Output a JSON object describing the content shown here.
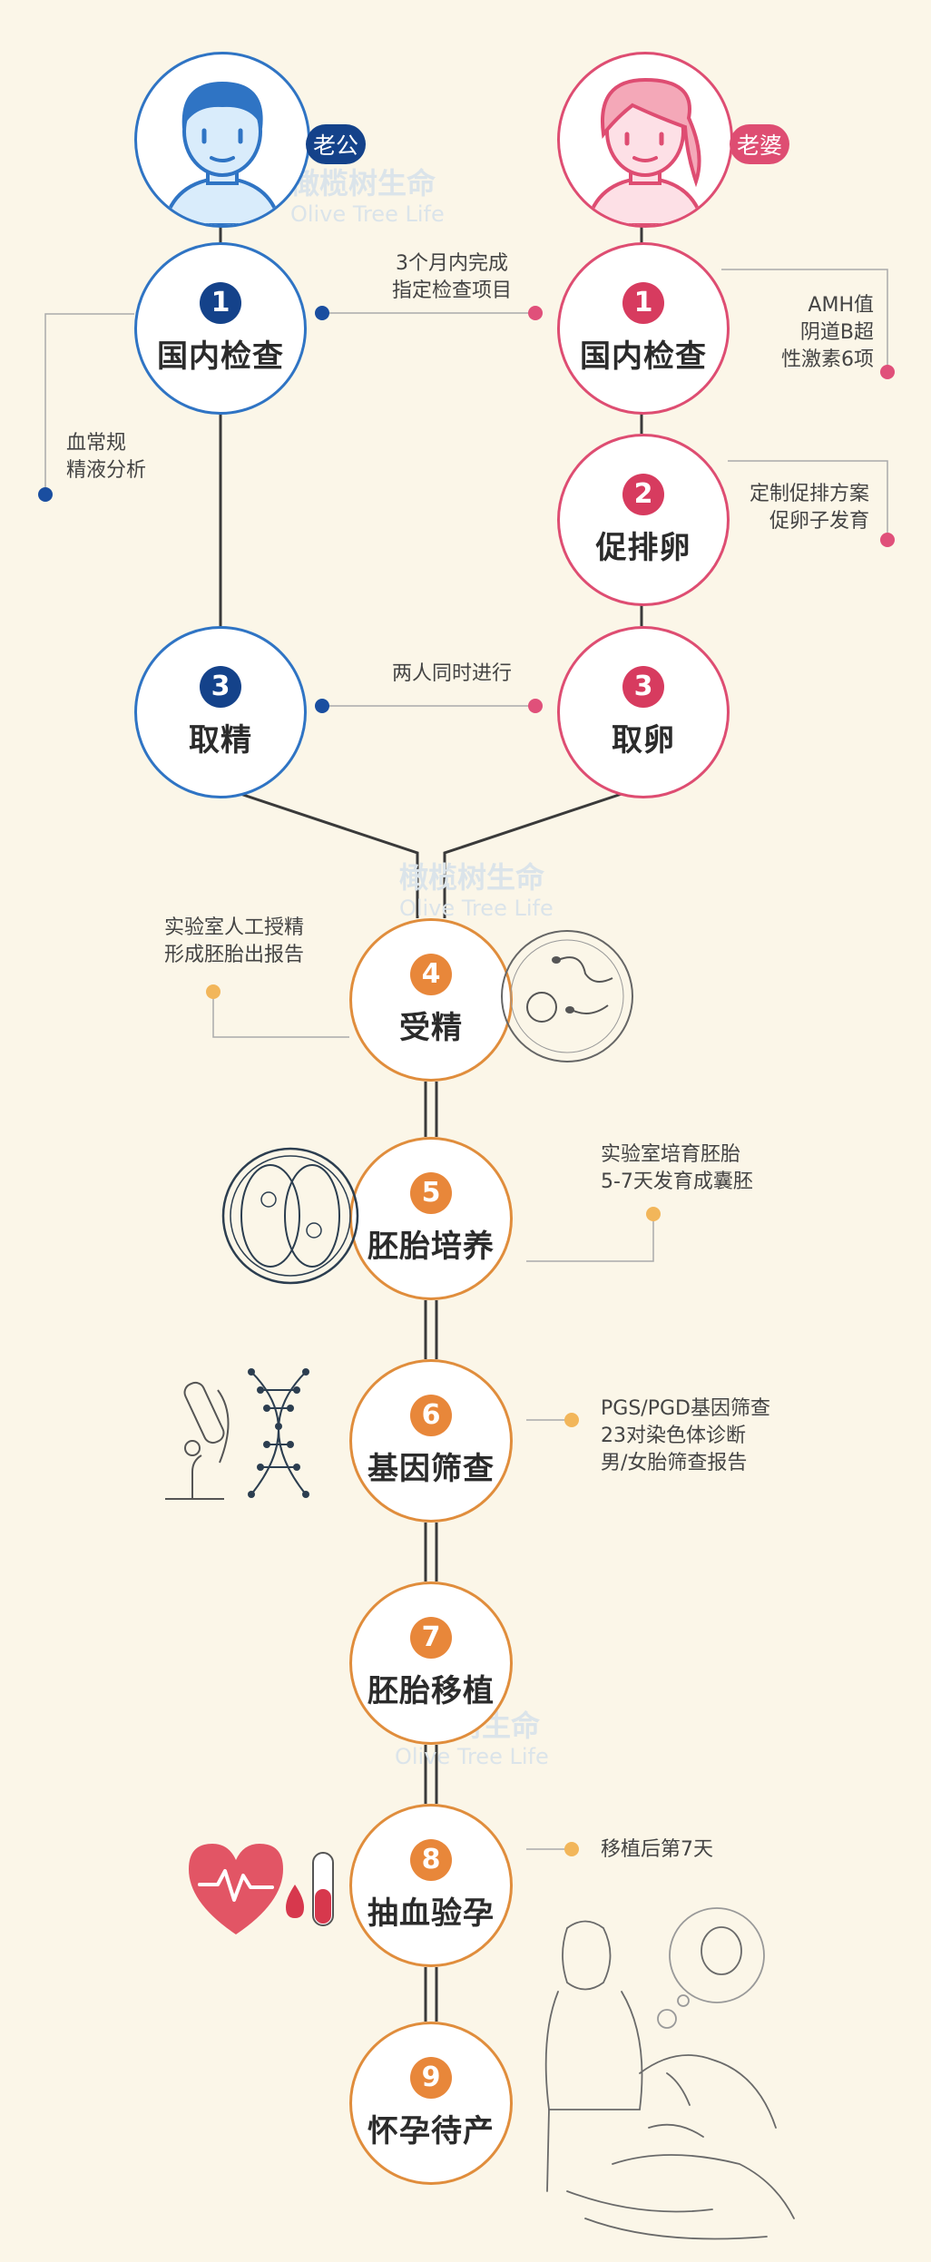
{
  "husband_label": "老公",
  "wife_label": "老婆",
  "watermark": {
    "name": "橄榄树生命",
    "subtitle": "Olive Tree Life"
  },
  "steps": {
    "h1": {
      "num": "1",
      "title": "国内检查"
    },
    "w1": {
      "num": "1",
      "title": "国内检查"
    },
    "w2": {
      "num": "2",
      "title": "促排卵"
    },
    "h3": {
      "num": "3",
      "title": "取精"
    },
    "w3": {
      "num": "3",
      "title": "取卵"
    },
    "s4": {
      "num": "4",
      "title": "受精"
    },
    "s5": {
      "num": "5",
      "title": "胚胎培养"
    },
    "s6": {
      "num": "6",
      "title": "基因筛查"
    },
    "s7": {
      "num": "7",
      "title": "胚胎移植"
    },
    "s8": {
      "num": "8",
      "title": "抽血验孕"
    },
    "s9": {
      "num": "9",
      "title": "怀孕待产"
    }
  },
  "notes": {
    "top_center": [
      "3个月内完成",
      "指定检查项目"
    ],
    "wife_exam": [
      "AMH值",
      "阴道B超",
      "性激素6项"
    ],
    "husband_exam": [
      "血常规",
      "精液分析"
    ],
    "ovulation": [
      "定制促排方案",
      "促卵子发育"
    ],
    "together": "两人同时进行",
    "fertilization": [
      "实验室人工授精",
      "形成胚胎出报告"
    ],
    "culture": [
      "实验室培育胚胎",
      "5-7天发育成囊胚"
    ],
    "genetic": [
      "PGS/PGD基因筛查",
      "23对染色体诊断",
      "男/女胎筛查报告"
    ],
    "transfer_day": "移植后第7天"
  },
  "colors": {
    "blue": "#2f74c4",
    "navy": "#14428a",
    "pink": "#de4d72",
    "orange": "#e8873a",
    "dot_orange": "#f2b65a",
    "background": "#fbf6e8",
    "line": "#3a3a3a"
  }
}
